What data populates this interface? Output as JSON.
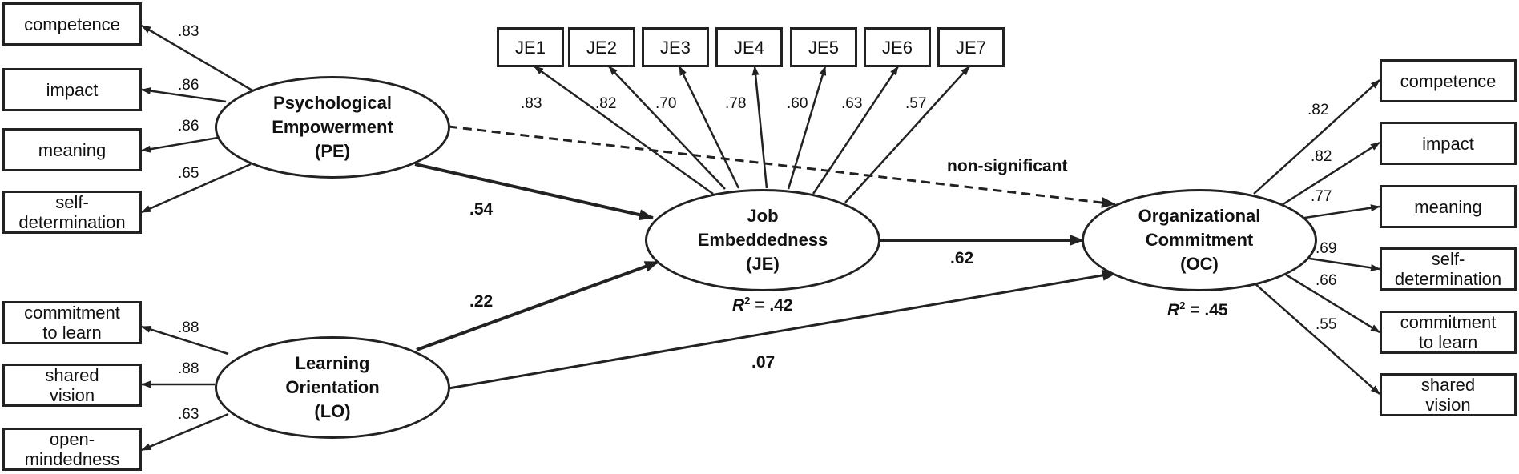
{
  "pe": {
    "name": "Psychological\nEmpowerment\n(PE)",
    "indicators": [
      "competence",
      "impact",
      "meaning",
      "self-\ndetermination"
    ],
    "loadings": [
      ".83",
      ".86",
      ".86",
      ".65"
    ]
  },
  "lo": {
    "name": "Learning\nOrientation\n(LO)",
    "indicators": [
      "commitment\nto learn",
      "shared\nvision",
      "open-\nmindedness"
    ],
    "loadings": [
      ".88",
      ".88",
      ".63"
    ]
  },
  "je": {
    "name": "Job\nEmbeddedness\n(JE)",
    "indicators": [
      "JE1",
      "JE2",
      "JE3",
      "JE4",
      "JE5",
      "JE6",
      "JE7"
    ],
    "loadings": [
      ".83",
      ".82",
      ".70",
      ".78",
      ".60",
      ".63",
      ".57"
    ],
    "r2_label": "R",
    "r2_sup": "2",
    "r2_value": " = .42"
  },
  "oc": {
    "name": "Organizational\nCommitment\n(OC)",
    "indicators": [
      "competence",
      "impact",
      "meaning",
      "self-\ndetermination",
      "commitment\nto learn",
      "shared\nvision"
    ],
    "loadings": [
      ".82",
      ".82",
      ".77",
      ".69",
      ".66",
      ".55"
    ],
    "r2_label": "R",
    "r2_sup": "2",
    "r2_value": " = .45"
  },
  "paths": {
    "pe_je": ".54",
    "lo_je": ".22",
    "je_oc": ".62",
    "lo_oc": ".07",
    "pe_oc": "non-significant"
  }
}
